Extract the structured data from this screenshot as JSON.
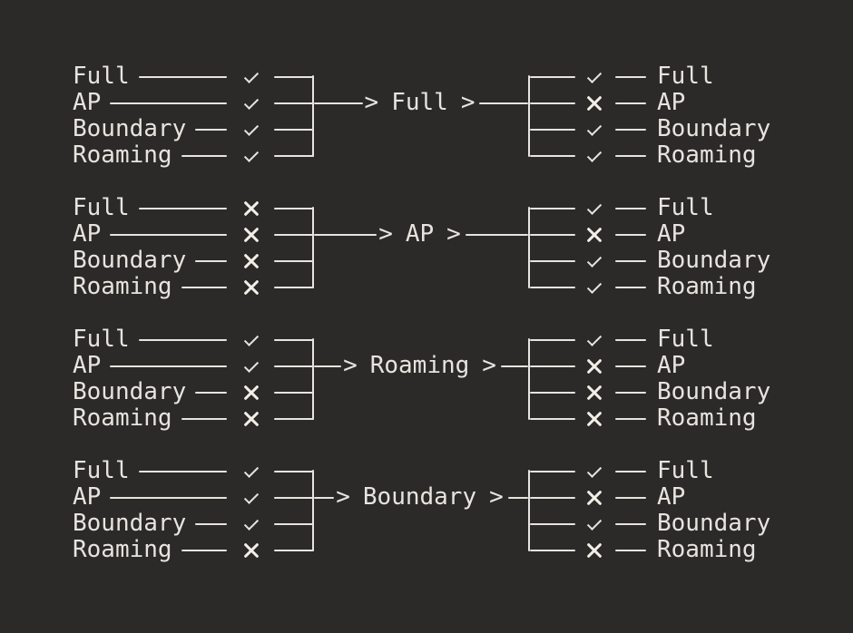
{
  "palette": {
    "background": "#2b2a28",
    "line": "#e7e4df",
    "bright": "#f2efe9"
  },
  "glyphs": {
    "arrow_head": ">"
  },
  "modes": [
    "Full",
    "AP",
    "Boundary",
    "Roaming"
  ],
  "stages": [
    {
      "gate": "Full",
      "inputs": [
        {
          "label": "Full",
          "mark": "check"
        },
        {
          "label": "AP",
          "mark": "check"
        },
        {
          "label": "Boundary",
          "mark": "check"
        },
        {
          "label": "Roaming",
          "mark": "check"
        }
      ],
      "outputs": [
        {
          "label": "Full",
          "mark": "check"
        },
        {
          "label": "AP",
          "mark": "cross"
        },
        {
          "label": "Boundary",
          "mark": "check"
        },
        {
          "label": "Roaming",
          "mark": "check"
        }
      ]
    },
    {
      "gate": "AP",
      "inputs": [
        {
          "label": "Full",
          "mark": "cross"
        },
        {
          "label": "AP",
          "mark": "cross"
        },
        {
          "label": "Boundary",
          "mark": "cross"
        },
        {
          "label": "Roaming",
          "mark": "cross"
        }
      ],
      "outputs": [
        {
          "label": "Full",
          "mark": "check"
        },
        {
          "label": "AP",
          "mark": "cross"
        },
        {
          "label": "Boundary",
          "mark": "check"
        },
        {
          "label": "Roaming",
          "mark": "check"
        }
      ]
    },
    {
      "gate": "Roaming",
      "inputs": [
        {
          "label": "Full",
          "mark": "check"
        },
        {
          "label": "AP",
          "mark": "check"
        },
        {
          "label": "Boundary",
          "mark": "cross"
        },
        {
          "label": "Roaming",
          "mark": "cross"
        }
      ],
      "outputs": [
        {
          "label": "Full",
          "mark": "check"
        },
        {
          "label": "AP",
          "mark": "cross"
        },
        {
          "label": "Boundary",
          "mark": "cross"
        },
        {
          "label": "Roaming",
          "mark": "cross"
        }
      ]
    },
    {
      "gate": "Boundary",
      "inputs": [
        {
          "label": "Full",
          "mark": "check"
        },
        {
          "label": "AP",
          "mark": "check"
        },
        {
          "label": "Boundary",
          "mark": "check"
        },
        {
          "label": "Roaming",
          "mark": "cross"
        }
      ],
      "outputs": [
        {
          "label": "Full",
          "mark": "check"
        },
        {
          "label": "AP",
          "mark": "cross"
        },
        {
          "label": "Boundary",
          "mark": "check"
        },
        {
          "label": "Roaming",
          "mark": "cross"
        }
      ]
    }
  ]
}
